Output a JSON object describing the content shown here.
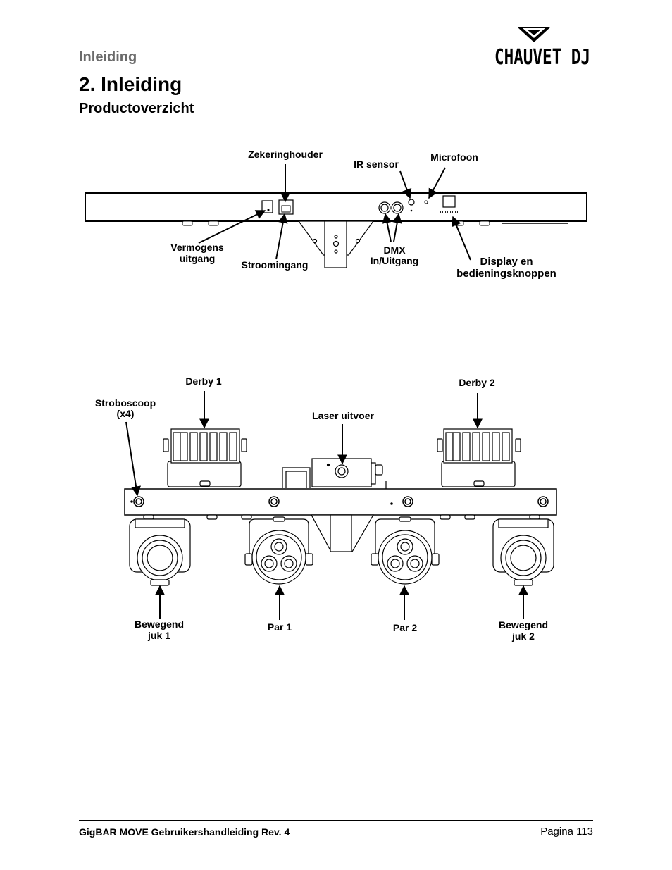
{
  "header": {
    "section": "Inleiding",
    "logo_text": "CHAUVET DJ"
  },
  "page": {
    "title": "2. Inleiding",
    "subtitle": "Productoverzicht"
  },
  "rear_panel_labels": {
    "fuse_holder": "Zekeringhouder",
    "ir_sensor": "IR sensor",
    "microphone": "Microfoon",
    "power_out_1": "Vermogens",
    "power_out_2": "uitgang",
    "power_in": "Stroomingang",
    "dmx_1": "DMX",
    "dmx_2": "In/Uitgang",
    "display_1": "Display en",
    "display_2": "bedieningsknoppen"
  },
  "front_labels": {
    "derby1": "Derby 1",
    "derby2": "Derby 2",
    "strobe_1": "Stroboscoop",
    "strobe_2": "(x4)",
    "laser": "Laser uitvoer",
    "moving1_1": "Bewegend",
    "moving1_2": "juk 1",
    "par1": "Par 1",
    "par2": "Par 2",
    "moving2_1": "Bewegend",
    "moving2_2": "juk 2"
  },
  "footer": {
    "manual": "GigBAR MOVE Gebruikershandleiding Rev. 4",
    "page": "Pagina 113"
  }
}
